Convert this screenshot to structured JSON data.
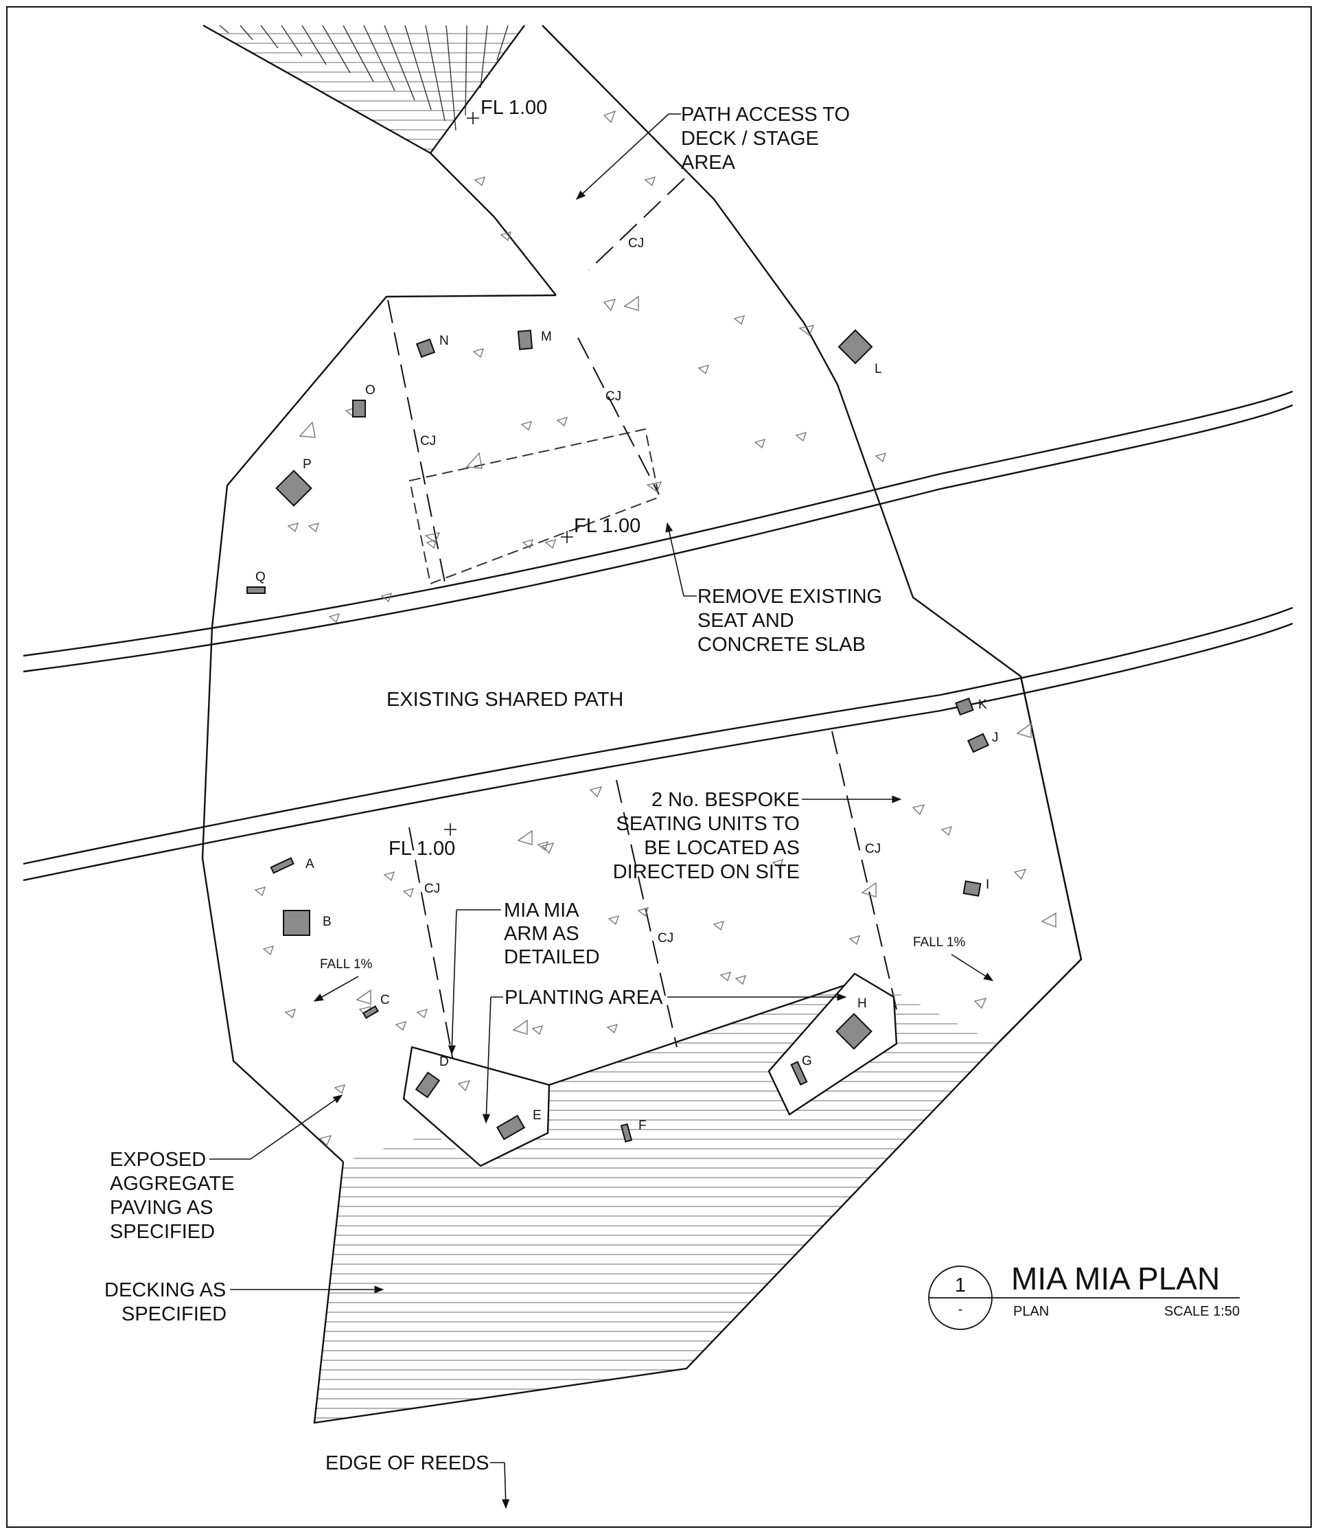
{
  "labels": {
    "fl_top": "FL  1.00",
    "fl_mid": "FL  1.00",
    "fl_low": "FL  1.00",
    "path_access": [
      "PATH ACCESS TO",
      "DECK / STAGE",
      "AREA"
    ],
    "remove_existing": [
      "REMOVE EXISTING",
      "SEAT AND",
      "CONCRETE SLAB"
    ],
    "shared_path": "EXISTING SHARED PATH",
    "bespoke_seating": [
      "2 No. BESPOKE",
      "SEATING UNITS TO",
      "BE LOCATED AS",
      "DIRECTED ON SITE"
    ],
    "mia_arm": [
      "MIA MIA",
      "ARM AS",
      "DETAILED"
    ],
    "planting_area": "PLANTING AREA",
    "exposed_aggregate": [
      "EXPOSED",
      "AGGREGATE",
      "PAVING AS",
      "SPECIFIED"
    ],
    "decking": [
      "DECKING AS",
      "SPECIFIED"
    ],
    "edge_of_reeds": "EDGE OF REEDS",
    "fall_left": "FALL 1%",
    "fall_right": "FALL 1%",
    "cj": "CJ"
  },
  "seats": {
    "A": "A",
    "B": "B",
    "C": "C",
    "D": "D",
    "E": "E",
    "F": "F",
    "G": "G",
    "H": "H",
    "I": "I",
    "J": "J",
    "K": "K",
    "L": "L",
    "M": "M",
    "N": "N",
    "O": "O",
    "P": "P",
    "Q": "Q"
  },
  "title_block": {
    "number": "1",
    "sheet": "-",
    "title": "MIA MIA PLAN",
    "view": "PLAN",
    "scale": "SCALE 1:50"
  }
}
